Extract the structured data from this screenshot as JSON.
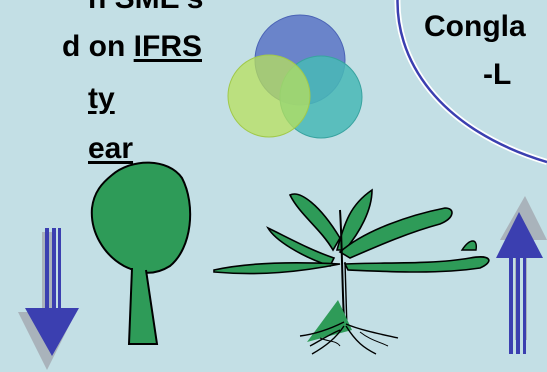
{
  "left_text": {
    "line1": "n SME's",
    "line2_prefix": "d on ",
    "line2_underlined": "IFRS",
    "line3": "ty",
    "line4": "ear"
  },
  "right_text": {
    "line1": "Congla",
    "line2": "-L"
  },
  "colors": {
    "background": "#c3dfe5",
    "circle_blue": "#5a74c6",
    "circle_green": "#b8e05c",
    "circle_teal": "#48b9b6",
    "arrow_down": "#3b3fb0",
    "arrow_up": "#3b3fb0",
    "plant_green": "#2e9b58"
  },
  "icons": [
    "venn-circles",
    "tree-icon",
    "sapling-icon",
    "down-arrow-icon",
    "up-arrow-icon",
    "curved-frame"
  ]
}
